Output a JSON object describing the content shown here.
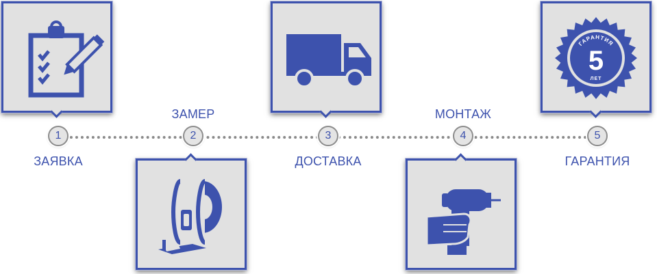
{
  "accent_color": "#3d52ad",
  "steps": [
    {
      "number": "1",
      "label": "ЗАЯВКА",
      "icon": "clipboard-checklist-icon"
    },
    {
      "number": "2",
      "label": "ЗАМЕР",
      "icon": "tape-measure-icon"
    },
    {
      "number": "3",
      "label": "ДОСТАВКА",
      "icon": "delivery-truck-icon"
    },
    {
      "number": "4",
      "label": "МОНТАЖ",
      "icon": "power-drill-icon"
    },
    {
      "number": "5",
      "label": "ГАРАНТИЯ",
      "icon": "warranty-seal-icon"
    }
  ],
  "warranty_seal": {
    "top_text": "ГАРАНТИЯ",
    "years": "5",
    "bottom_text": "ЛЕТ"
  }
}
